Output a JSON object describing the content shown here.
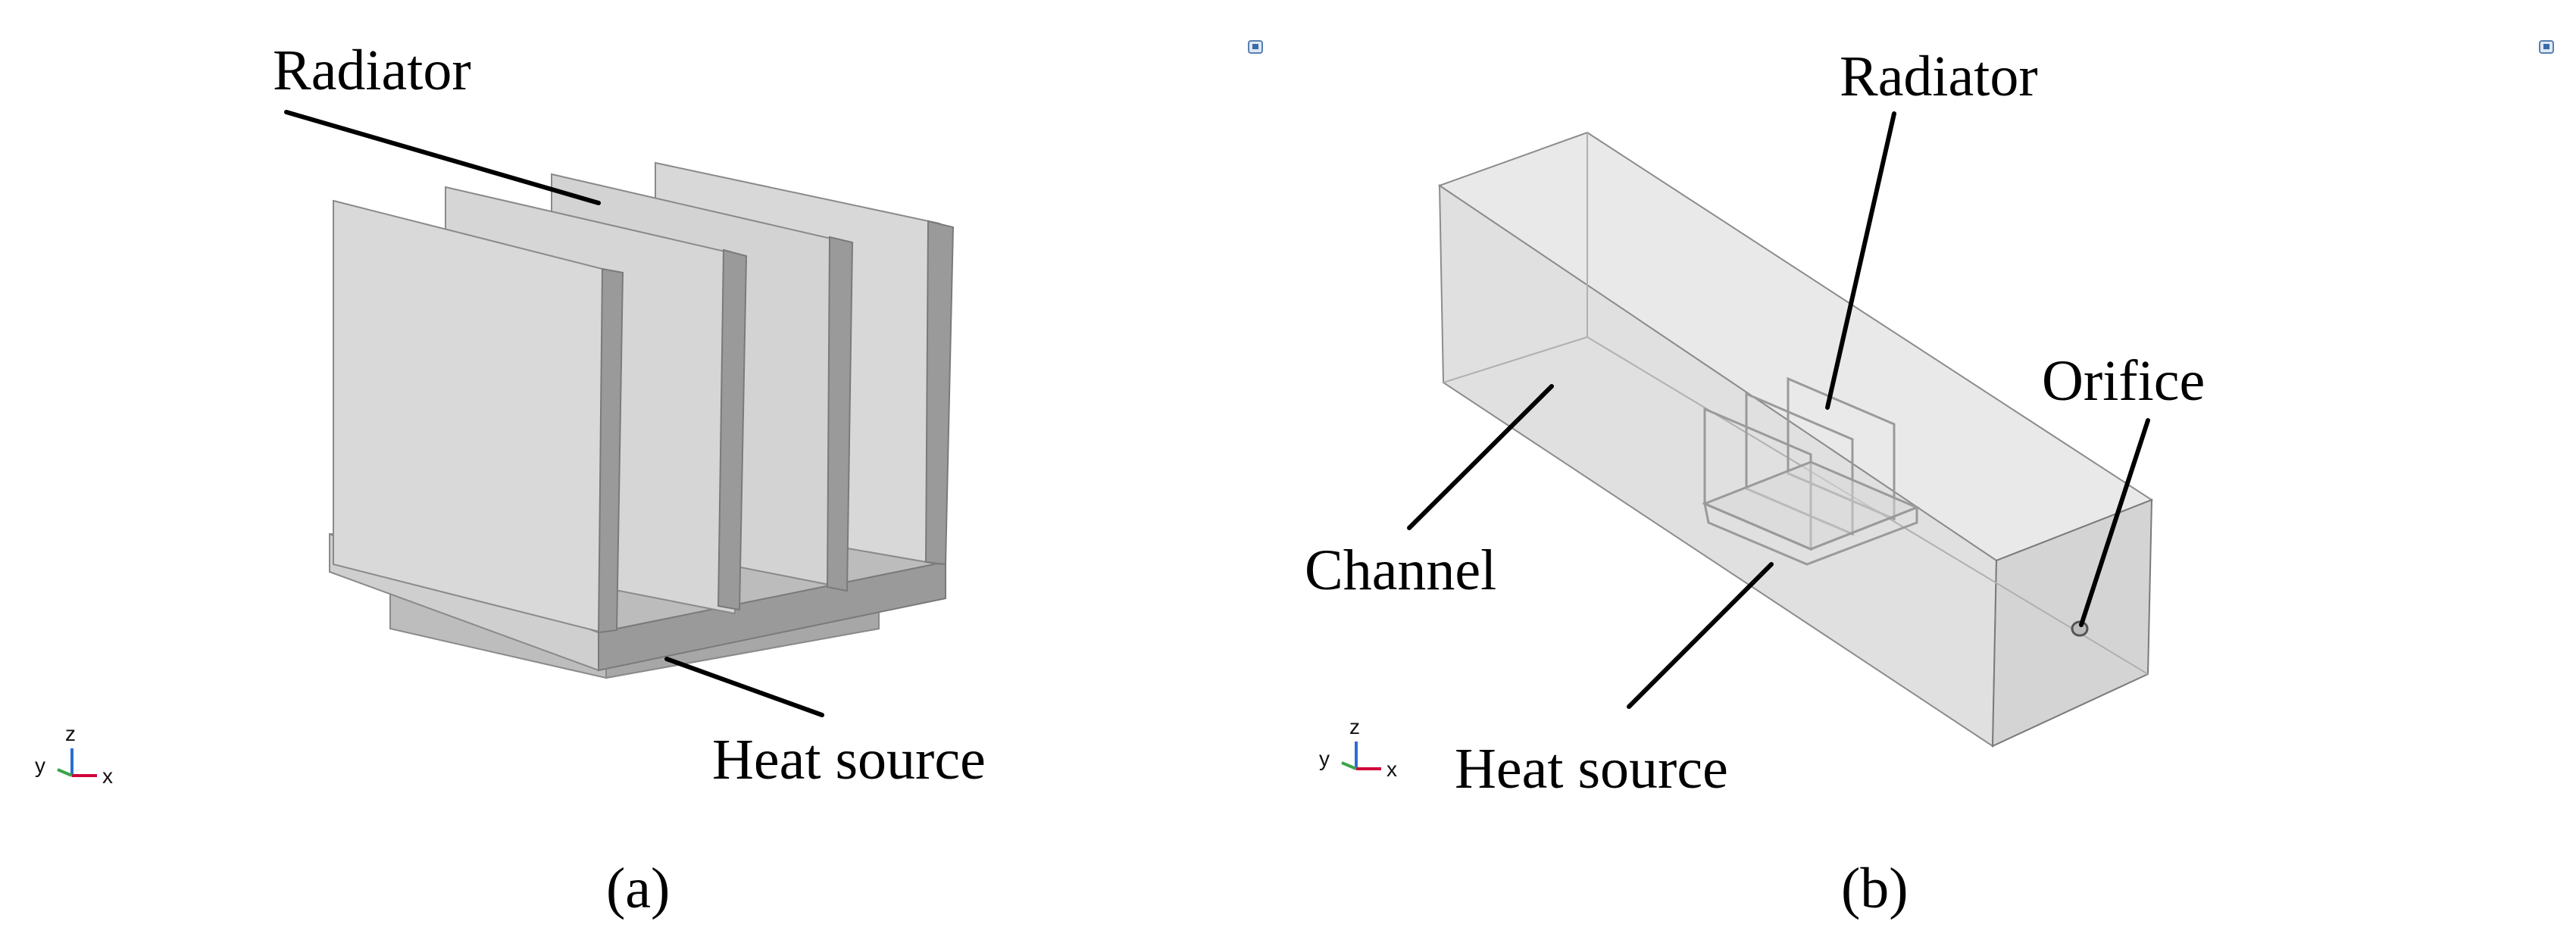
{
  "panel_a": {
    "label_radiator": "Radiator",
    "label_heat_source": "Heat source",
    "caption": "(a)",
    "axes": {
      "z": "z",
      "y": "y",
      "x": "x"
    }
  },
  "panel_b": {
    "label_radiator": "Radiator",
    "label_channel": "Channel",
    "label_orifice": "Orifice",
    "label_heat_source": "Heat source",
    "caption": "(b)",
    "axes": {
      "z": "z",
      "y": "y",
      "x": "x"
    }
  },
  "colors": {
    "fin_face": "#d6d6d6",
    "fin_edge": "#8e8e8e",
    "base_top": "#9a9a9a",
    "base_front": "#c9c9c9",
    "heat_source": "#bdbdbd",
    "channel_face": "#e2e2e2",
    "outline": "#6e6e6e",
    "axis_x": "#d0003a",
    "axis_y": "#3aa34a",
    "axis_z": "#2a6fcf"
  }
}
